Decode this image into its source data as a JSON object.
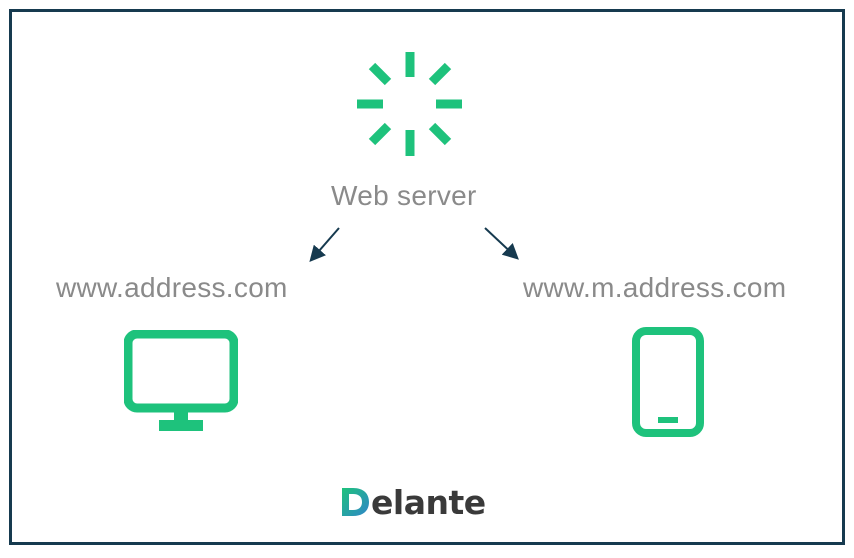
{
  "diagram": {
    "server": {
      "label": "Web server",
      "icon": "loading-spinner-icon"
    },
    "desktop": {
      "label": "www.address.com",
      "icon": "desktop-monitor-icon"
    },
    "mobile": {
      "label": "www.m.address.com",
      "icon": "smartphone-icon"
    },
    "edges": [
      {
        "from": "Web server",
        "to": "www.address.com"
      },
      {
        "from": "Web server",
        "to": "www.m.address.com"
      }
    ]
  },
  "brand": {
    "logo_text": "Delante"
  },
  "colors": {
    "accent": "#1ec27c",
    "border": "#163a4f",
    "text_gray": "#8a8a8a",
    "arrow": "#163a4f",
    "logo_text": "#3a3a3a"
  }
}
